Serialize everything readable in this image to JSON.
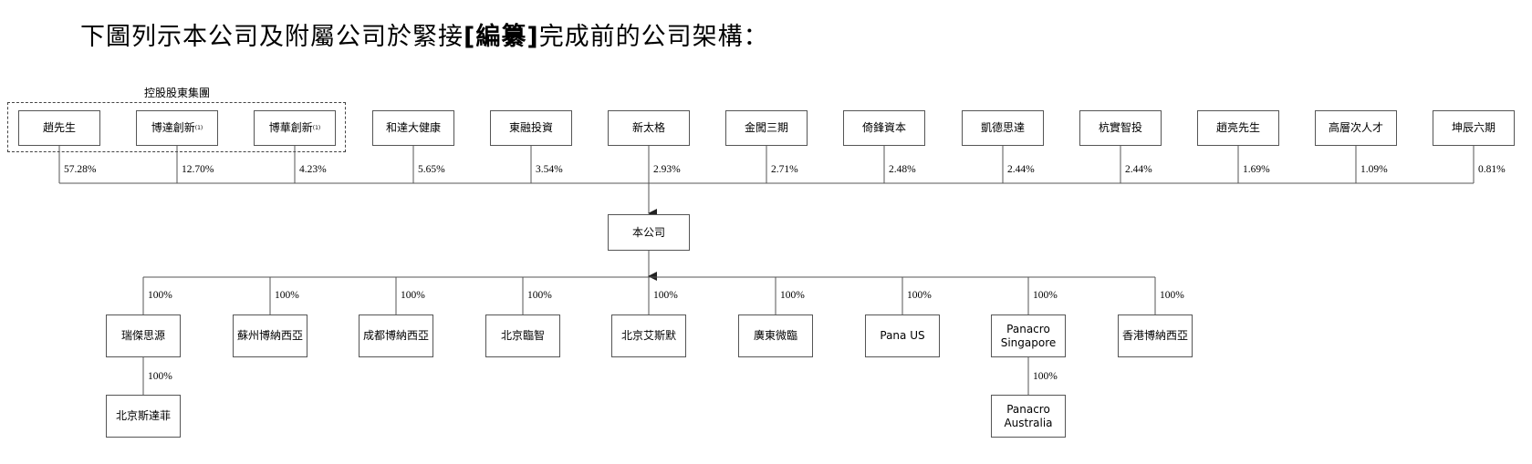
{
  "heading": {
    "pre": "下圖列示本公司及附屬公司於緊接",
    "bold": "[編纂]",
    "post": "完成前的公司架構："
  },
  "controlling_group": {
    "label": "控股股東集團"
  },
  "shareholders": [
    {
      "name": "趙先生",
      "note": "",
      "pct": "57.28%"
    },
    {
      "name": "博達創新",
      "note": "(1)",
      "pct": "12.70%"
    },
    {
      "name": "博華創新",
      "note": "(1)",
      "pct": "4.23%"
    },
    {
      "name": "和達大健康",
      "note": "",
      "pct": "5.65%"
    },
    {
      "name": "東融投資",
      "note": "",
      "pct": "3.54%"
    },
    {
      "name": "新太格",
      "note": "",
      "pct": "2.93%"
    },
    {
      "name": "金闖三期",
      "note": "",
      "pct": "2.71%"
    },
    {
      "name": "倚鋒資本",
      "note": "",
      "pct": "2.48%"
    },
    {
      "name": "凱德思達",
      "note": "",
      "pct": "2.44%"
    },
    {
      "name": "杭實智投",
      "note": "",
      "pct": "2.44%"
    },
    {
      "name": "趙亮先生",
      "note": "",
      "pct": "1.69%"
    },
    {
      "name": "高層次人才",
      "note": "",
      "pct": "1.09%"
    },
    {
      "name": "坤辰六期",
      "note": "",
      "pct": "0.81%"
    }
  ],
  "company": {
    "name": "本公司"
  },
  "subsidiaries": [
    {
      "name": "瑞傑思源",
      "pct": "100%"
    },
    {
      "name": "蘇州博納西亞",
      "pct": "100%"
    },
    {
      "name": "成都博納西亞",
      "pct": "100%"
    },
    {
      "name": "北京臨智",
      "pct": "100%"
    },
    {
      "name": "北京艾斯默",
      "pct": "100%"
    },
    {
      "name": "廣東微臨",
      "pct": "100%"
    },
    {
      "name": "Pana US",
      "pct": "100%"
    },
    {
      "name": "Panacro\nSingapore",
      "pct": "100%"
    },
    {
      "name": "香港博納西亞",
      "pct": "100%"
    }
  ],
  "sub_subsidiaries": [
    {
      "name": "北京斯達菲",
      "parent": "瑞傑思源",
      "pct": "100%"
    },
    {
      "name": "Panacro\nAustralia",
      "parent": "Panacro\nSingapore",
      "pct": "100%"
    }
  ]
}
